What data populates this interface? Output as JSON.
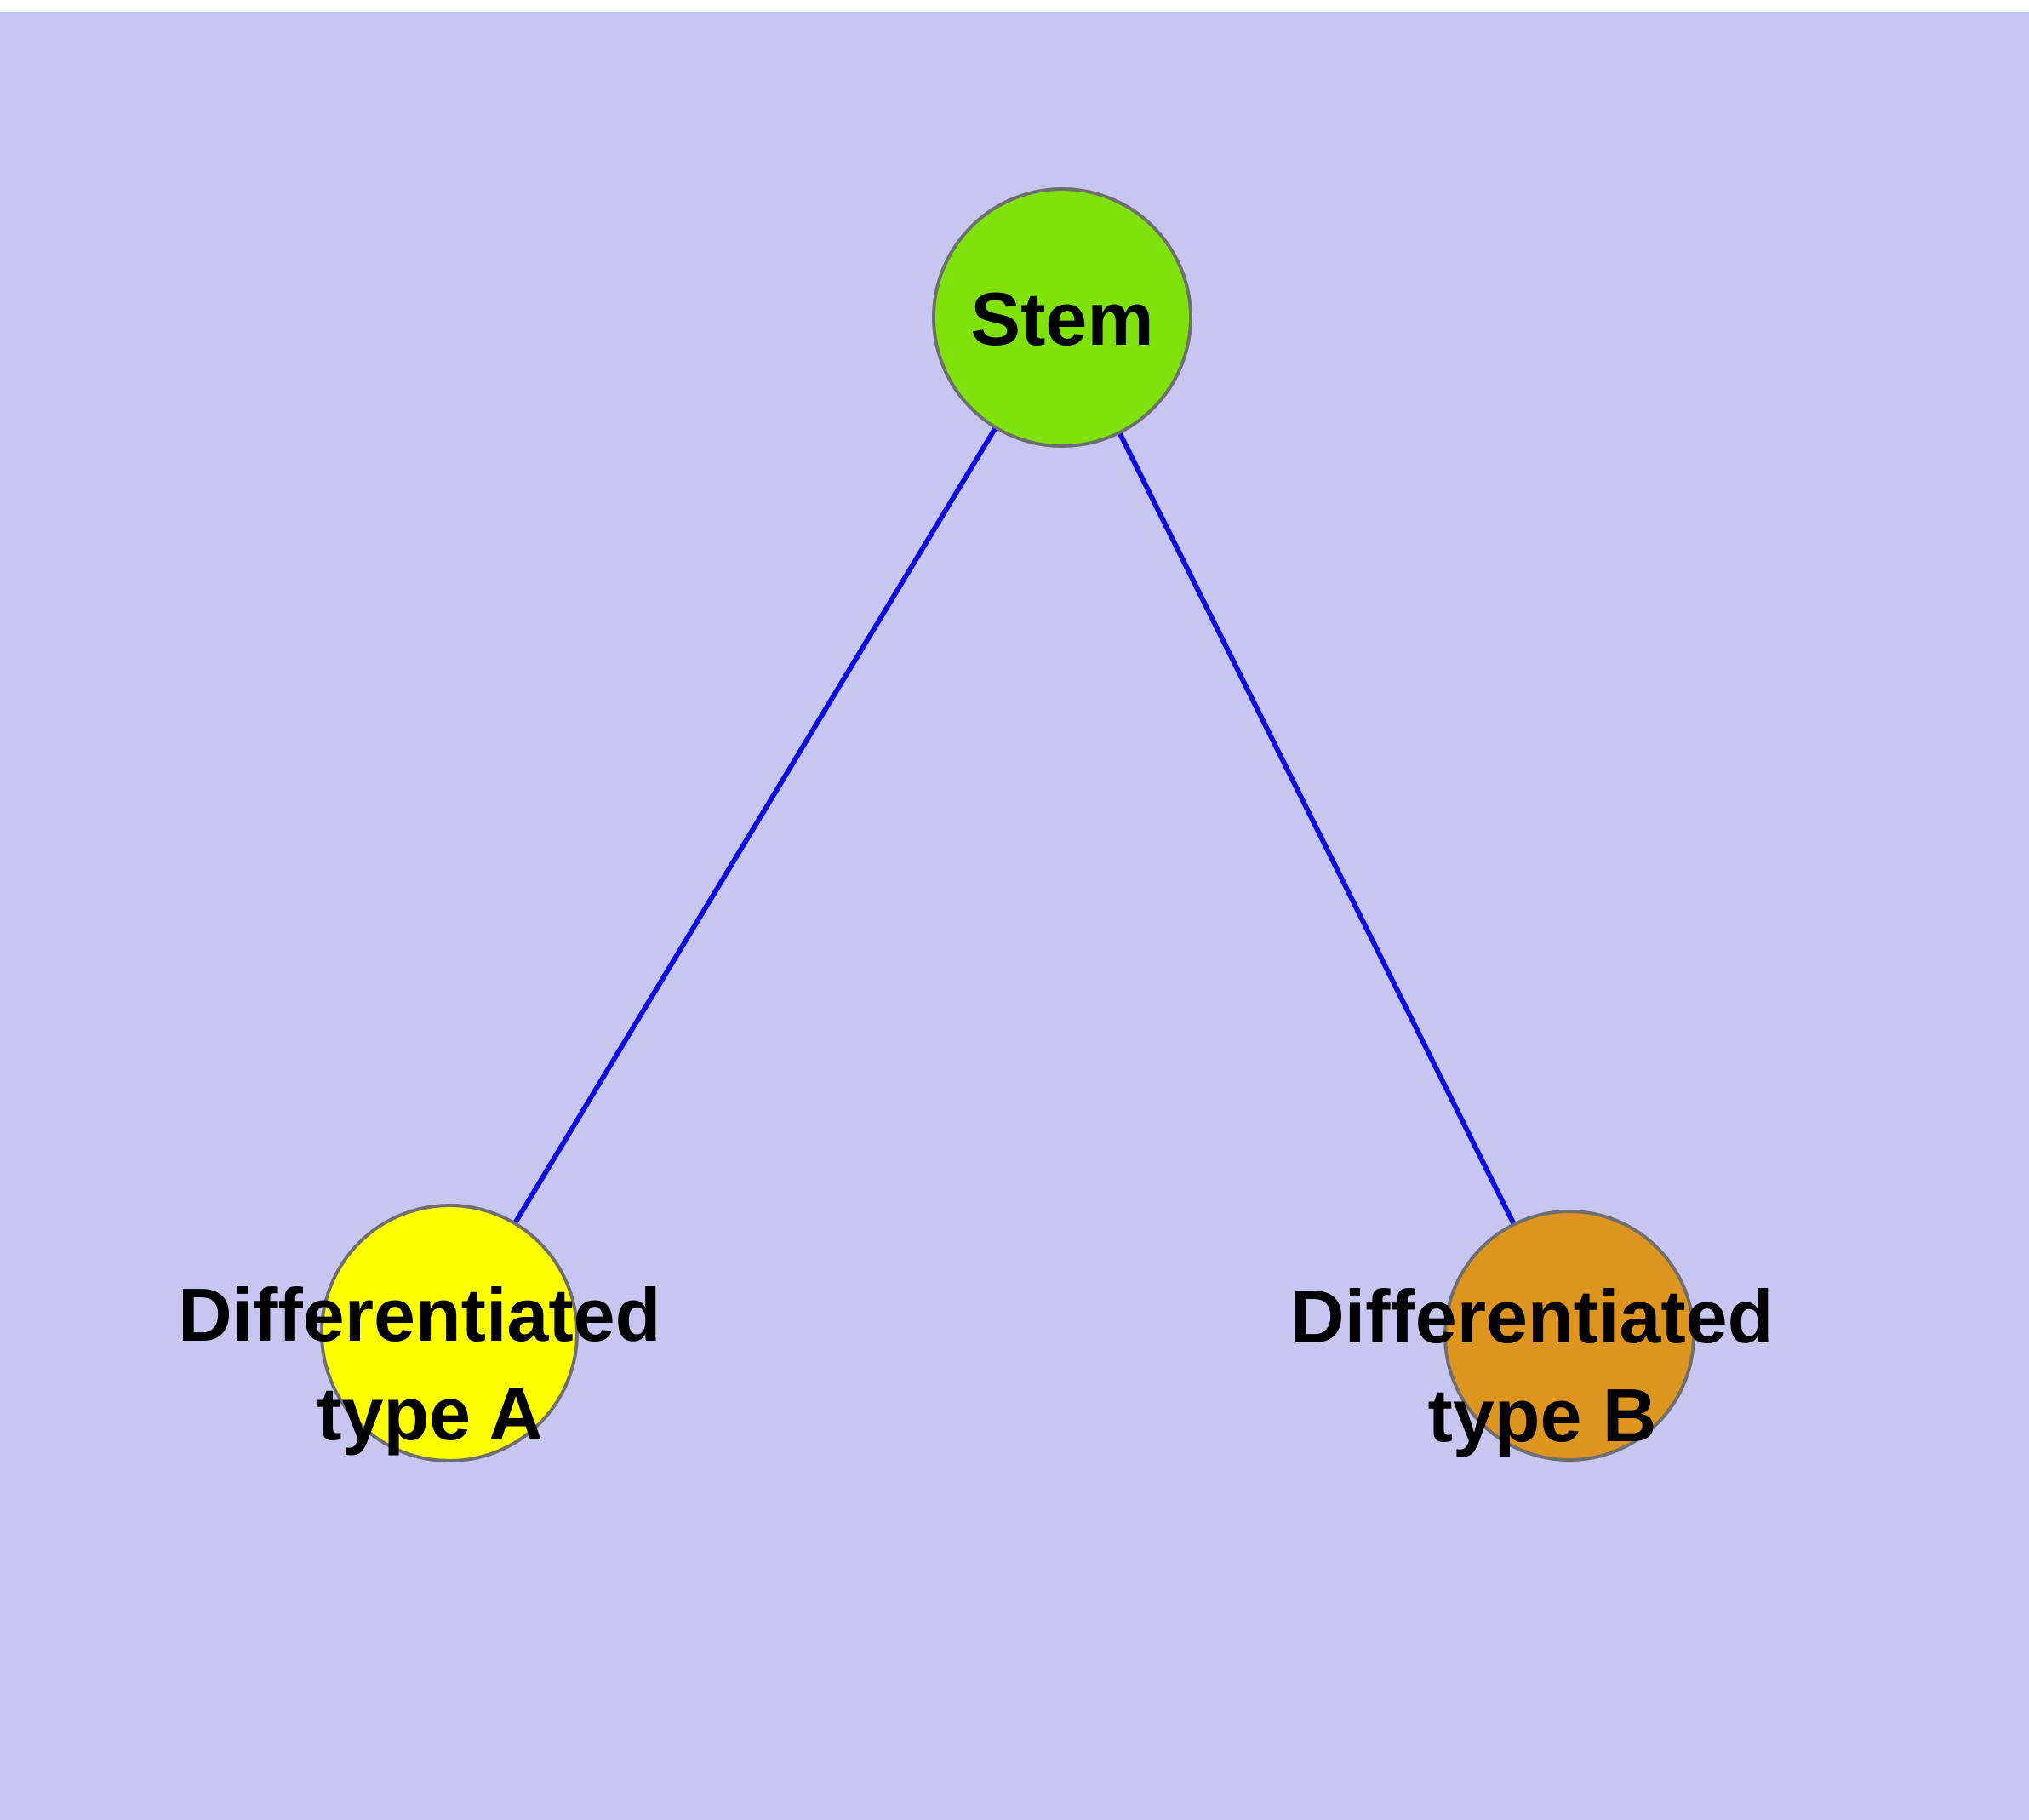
{
  "diagram": {
    "type": "graph",
    "description": "Cell differentiation tree: a stem node connected to two differentiated cell type nodes"
  },
  "colors": {
    "background": "#c7c6f1",
    "edge": "#0d0de0",
    "node_border": "#6e6e6e",
    "label": "#000000"
  },
  "nodes": [
    {
      "id": "stem",
      "label": "Stem",
      "fill": "#7fe30b"
    },
    {
      "id": "differentiated-type-a",
      "label_line1": "Differentiated",
      "label_line2": "type A",
      "fill": "#ffff00"
    },
    {
      "id": "differentiated-type-b",
      "label_line1": "Differentiated",
      "label_line2": "type B",
      "fill": "#de9520"
    }
  ],
  "edges": [
    {
      "from": "stem",
      "to": "differentiated-type-a"
    },
    {
      "from": "stem",
      "to": "differentiated-type-b"
    }
  ]
}
